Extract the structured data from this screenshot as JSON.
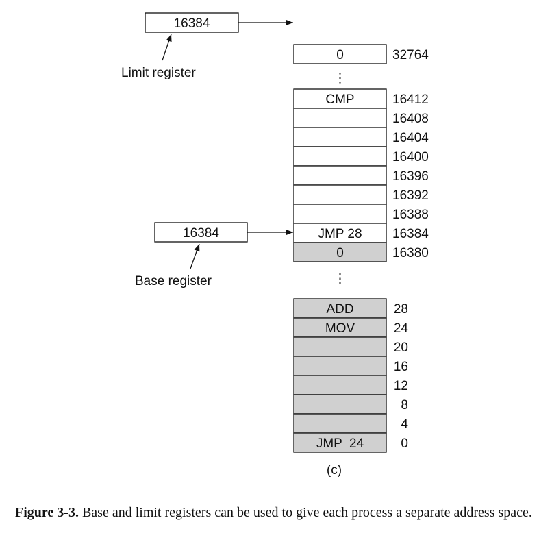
{
  "limit_register": {
    "value": "16384",
    "label": "Limit register"
  },
  "base_register": {
    "value": "16384",
    "label": "Base register"
  },
  "memory_top": {
    "value": "0",
    "address": "32764"
  },
  "upper_block": [
    {
      "value": "CMP",
      "address": "16412",
      "shaded": false
    },
    {
      "value": "",
      "address": "16408",
      "shaded": false
    },
    {
      "value": "",
      "address": "16404",
      "shaded": false
    },
    {
      "value": "",
      "address": "16400",
      "shaded": false
    },
    {
      "value": "",
      "address": "16396",
      "shaded": false
    },
    {
      "value": "",
      "address": "16392",
      "shaded": false
    },
    {
      "value": "",
      "address": "16388",
      "shaded": false
    },
    {
      "value": "JMP 28",
      "address": "16384",
      "shaded": false
    },
    {
      "value": "0",
      "address": "16380",
      "shaded": true
    }
  ],
  "lower_block": [
    {
      "value": "ADD",
      "address": "28",
      "shaded": true
    },
    {
      "value": "MOV",
      "address": "24",
      "shaded": true
    },
    {
      "value": "",
      "address": "20",
      "shaded": true
    },
    {
      "value": "",
      "address": "16",
      "shaded": true
    },
    {
      "value": "",
      "address": "12",
      "shaded": true
    },
    {
      "value": "",
      "address": "8",
      "shaded": true
    },
    {
      "value": "",
      "address": "4",
      "shaded": true
    },
    {
      "value": "JMP  24",
      "address": "0",
      "shaded": true
    }
  ],
  "ellipsis": "⋮",
  "panel_label": "(c)",
  "caption": {
    "label": "Figure 3-3.",
    "text": " Base and limit registers can be used to give each process a separate address space."
  },
  "colors": {
    "shaded": "#d0d0d0",
    "line": "#111111",
    "background": "#ffffff"
  }
}
